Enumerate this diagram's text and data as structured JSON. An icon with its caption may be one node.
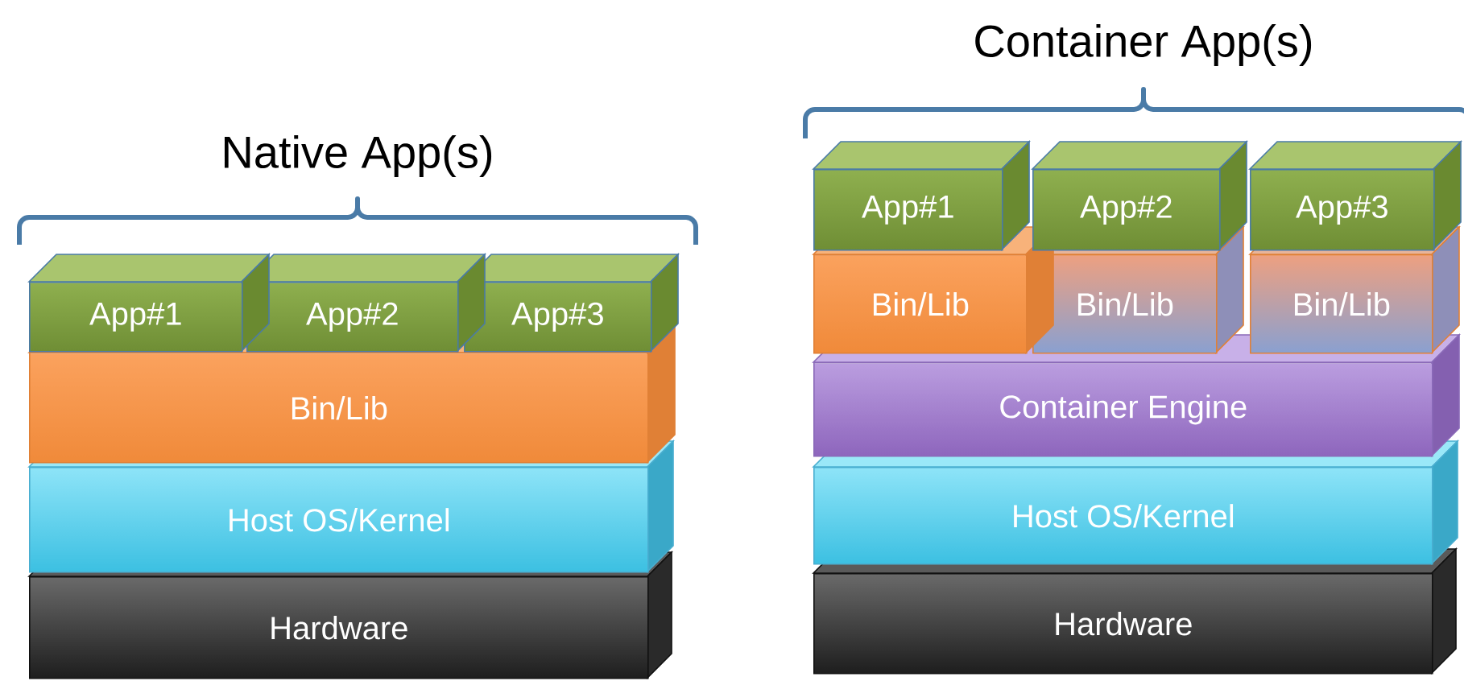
{
  "diagram": {
    "nodes": [
      {
        "text": [
          "App#1"
        ]
      },
      {
        "text": [
          "App#2"
        ]
      },
      {
        "text": [
          "App#3"
        ]
      },
      {
        "text": [
          "Bin/Lib"
        ]
      },
      {
        "text": [
          "Host OS/Kernel"
        ]
      },
      {
        "text": [
          "Hardware"
        ]
      },
      {
        "text": [
          "App#1"
        ]
      },
      {
        "text": [
          "App#2"
        ]
      },
      {
        "text": [
          "App#3"
        ]
      },
      {
        "text": [
          "Bin/Lib"
        ]
      },
      {
        "text": [
          "Bin/Lib"
        ]
      },
      {
        "text": [
          "Bin/Lib"
        ]
      },
      {
        "text": [
          "Container Engine"
        ]
      },
      {
        "text": [
          "Host OS/Kernel"
        ]
      },
      {
        "text": [
          "Hardware"
        ]
      }
    ],
    "labels": [
      "Native App(s)",
      "Container App(s)"
    ]
  }
}
